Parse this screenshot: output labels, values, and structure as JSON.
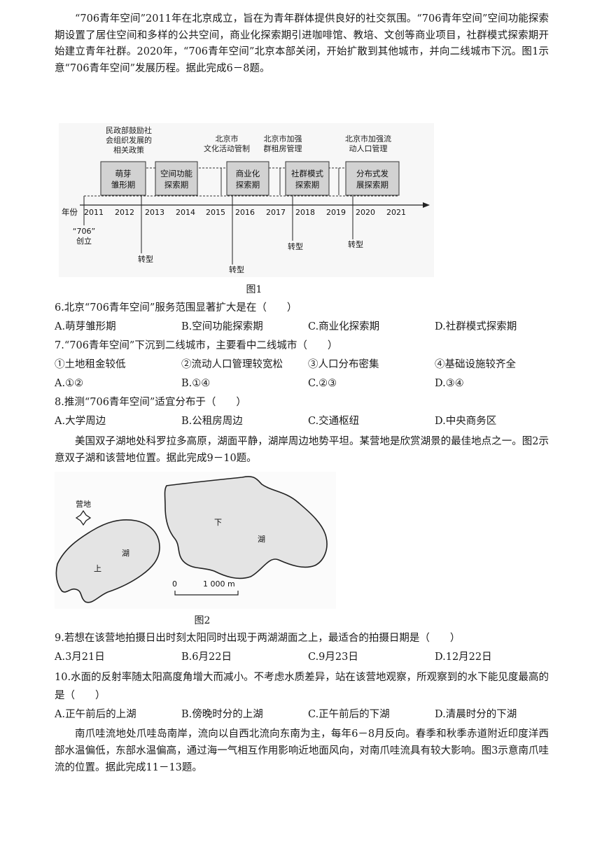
{
  "intro1": "“706青年空间”2011年在北京成立，旨在为青年群体提供良好的社交氛围。“706青年空间”空间功能探索期设置了居住空间和多样的公共空间，商业化探索期引进咖啡馆、教培、文创等商业项目，社群模式探索期开始建立青年社群。2020年，“706青年空间”北京本部关闭，开始扩散到其他城市，并向二线城市下沉。图1示意“706青年空间”发展历程。据此完成6－8题。",
  "fig1": {
    "caption": "图1",
    "policies": [
      "民政部鼓励社",
      "会组织发展的",
      "相关政策",
      "北京市",
      "文化活动管制",
      "北京市加强",
      "群租房管理",
      "北京市加强流",
      "动人口管理"
    ],
    "stages": [
      [
        "萌芽",
        "雏形期"
      ],
      [
        "空间功能",
        "探索期"
      ],
      [
        "商业化",
        "探索期"
      ],
      [
        "社群模式",
        "探索期"
      ],
      [
        "分布式发",
        "展探索期"
      ]
    ],
    "axis_label": "年份",
    "years": [
      "2011",
      "2012",
      "2013",
      "2014",
      "2015",
      "2016",
      "2017",
      "2018",
      "2019",
      "2020",
      "2021"
    ],
    "founding": [
      "“706”",
      "创立"
    ],
    "transition": "转型"
  },
  "q6": {
    "stem": "6.北京“706青年空间”服务范围显著扩大是在（　　）",
    "options": [
      "A.萌芽雏形期",
      "B.空间功能探索期",
      "C.商业化探索期",
      "D.社群模式探索期"
    ]
  },
  "q7": {
    "stem": "7.“706青年空间”下沉到二线城市，主要看中二线城市（　　）",
    "items": [
      "①土地租金较低",
      "②流动人口管理较宽松",
      "③人口分布密集",
      "④基础设施较齐全"
    ],
    "options": [
      "A.①②",
      "B.①④",
      "C.②③",
      "D.③④"
    ]
  },
  "q8": {
    "stem": "8.推测“706青年空间”适宜分布于（　　）",
    "options": [
      "A.大学周边",
      "B.公租房周边",
      "C.交通枢纽",
      "D.中央商务区"
    ]
  },
  "intro2": "美国双子湖地处科罗拉多高原，湖面平静，湖岸周边地势平坦。某营地是欣赏湖景的最佳地点之一。图2示意双子湖和该营地位置。据此完成9－10题。",
  "fig2": {
    "caption": "图2",
    "camp": "营地",
    "lower_1": "下",
    "lower_2": "湖",
    "upper_1": "上",
    "upper_2": "湖",
    "scale_zero": "0",
    "scale_len": "1 000 m"
  },
  "q9": {
    "stem": "9.若想在该营地拍摄日出时刻太阳同时出现于两湖湖面之上，最适合的拍摄日期是（　　）",
    "options": [
      "A.3月21日",
      "B.6月22日",
      "C.9月23日",
      "D.12月22日"
    ]
  },
  "q10": {
    "stem": "10.水面的反射率随太阳高度角增大而减小。不考虑水质差异，站在该营地观察，所观察到的水下能见度最高的是（　　）",
    "options": [
      "A.正午前后的上湖",
      "B.傍晚时分的上湖",
      "C.正午前后的下湖",
      "D.清晨时分的下湖"
    ]
  },
  "intro3": "南爪哇流地处爪哇岛南岸，流向以自西北流向东南为主，每年6－8月反向。春季和秋季赤道附近印度洋西部水温偏低，东部水温偏高，通过海一气相互作用影响近地面风向，对南爪哇流具有较大影响。图3示意南爪哇流的位置。据此完成11－13题。"
}
